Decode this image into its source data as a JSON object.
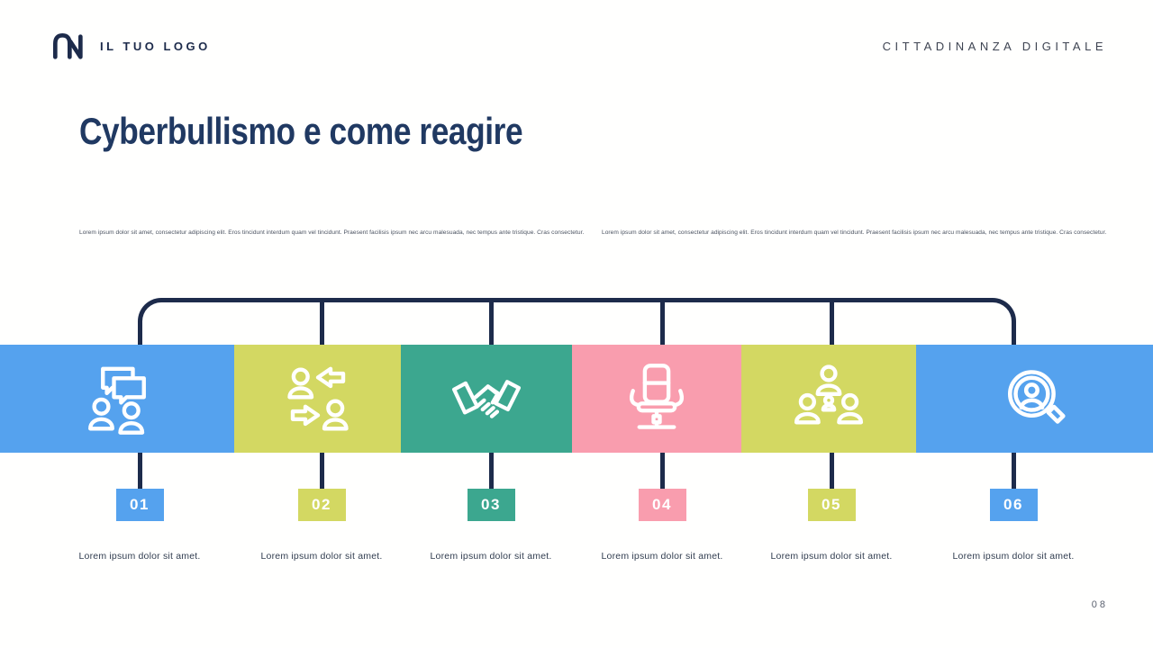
{
  "header": {
    "logo_text": "IL TUO LOGO",
    "topic_label": "CITTADINANZA DIGITALE"
  },
  "title": "Cyberbullismo e come reagire",
  "intro": {
    "left": "Lorem ipsum dolor sit amet, consectetur adipiscing elit. Eros tincidunt interdum quam vel tincidunt. Praesent facilisis ipsum nec arcu malesuada, nec tempus ante tristique. Cras consectetur.",
    "right": "Lorem ipsum dolor sit amet, consectetur adipiscing elit. Eros tincidunt interdum quam vel tincidunt. Praesent facilisis ipsum nec arcu malesuada, nec tempus ante tristique. Cras consectetur."
  },
  "steps": [
    {
      "number": "01",
      "color": "#55a2ee",
      "icon": "people-chat-icon",
      "caption": "Lorem ipsum dolor sit amet."
    },
    {
      "number": "02",
      "color": "#d3d862",
      "icon": "people-exchange-icon",
      "caption": "Lorem ipsum dolor sit amet."
    },
    {
      "number": "03",
      "color": "#3ca78f",
      "icon": "handshake-icon",
      "caption": "Lorem ipsum dolor sit amet."
    },
    {
      "number": "04",
      "color": "#f99dae",
      "icon": "office-chair-icon",
      "caption": "Lorem ipsum dolor sit amet."
    },
    {
      "number": "05",
      "color": "#d3d862",
      "icon": "team-icon",
      "caption": "Lorem ipsum dolor sit amet."
    },
    {
      "number": "06",
      "color": "#55a2ee",
      "icon": "person-search-icon",
      "caption": "Lorem ipsum dolor sit amet."
    }
  ],
  "page_number": "08",
  "colors": {
    "navy": "#1d2b4b",
    "title_navy": "#203962",
    "body_text": "#4a5260"
  }
}
